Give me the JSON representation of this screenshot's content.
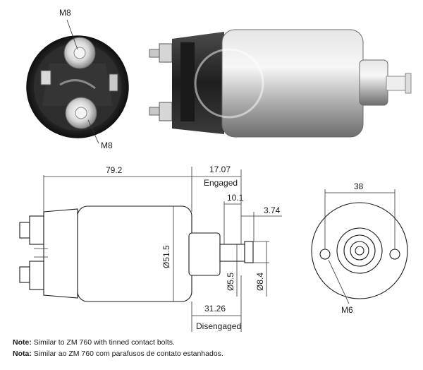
{
  "photo_labels": {
    "top_terminal": "M8",
    "bottom_terminal": "M8"
  },
  "dimensions": {
    "overall_length": "79.2",
    "engaged_offset": "17.07",
    "engaged_label": "Engaged",
    "plunger_offset": "10.1",
    "tip_length": "3.74",
    "body_diameter": "Ø51.5",
    "plunger_diameter": "Ø5.5",
    "tip_diameter": "Ø8.4",
    "disengaged_offset": "31.26",
    "disengaged_label": "Disengaged",
    "bolt_spacing": "38",
    "bolt_thread": "M6"
  },
  "notes": {
    "en_label": "Note:",
    "en_text": " Similar to ZM 760 with tinned contact bolts.",
    "pt_label": "Nota:",
    "pt_text": " Similar ao ZM 760 com parafusos de contato estanhados."
  },
  "colors": {
    "ink": "#1a1a1a",
    "metal": "#b8b8b8",
    "dark": "#2a2a2a"
  }
}
